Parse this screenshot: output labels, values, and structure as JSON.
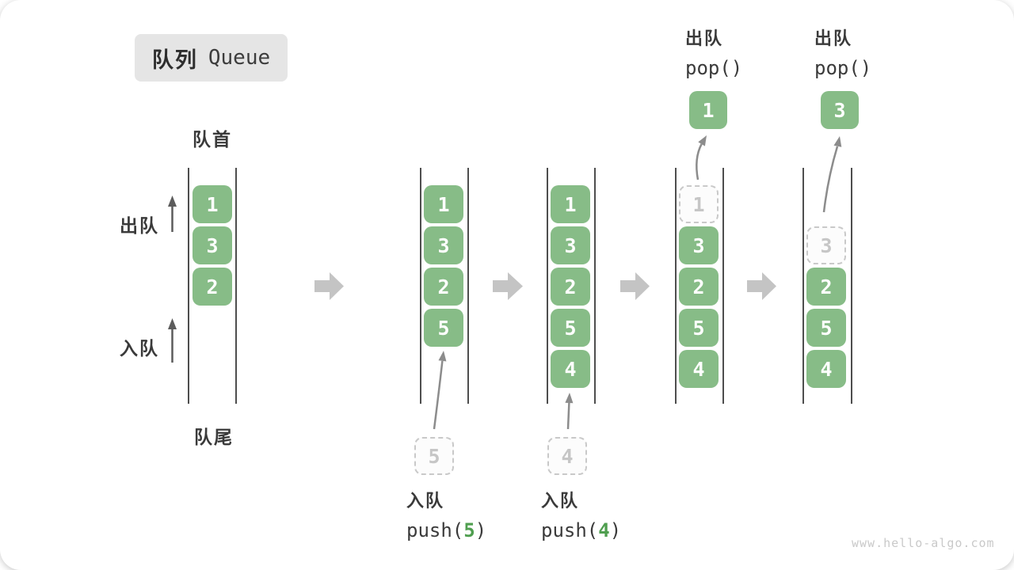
{
  "title": {
    "zh": "队列",
    "en": "Queue"
  },
  "labels": {
    "front": "队首",
    "rear": "队尾",
    "dequeue_side": "出队",
    "enqueue_side": "入队"
  },
  "operations": {
    "push5": {
      "title": "入队",
      "code_prefix": "push(",
      "code_arg": "5",
      "code_suffix": ")"
    },
    "push4": {
      "title": "入队",
      "code_prefix": "push(",
      "code_arg": "4",
      "code_suffix": ")"
    },
    "pop_first": {
      "title": "出队",
      "code": "pop()"
    },
    "pop_second": {
      "title": "出队",
      "code": "pop()"
    }
  },
  "columns": [
    {
      "name": "initial-state",
      "cells": [
        "1",
        "3",
        "2"
      ]
    },
    {
      "name": "after-push-5",
      "cells": [
        "1",
        "3",
        "2",
        "5"
      ],
      "incoming": "5"
    },
    {
      "name": "after-push-4",
      "cells": [
        "1",
        "3",
        "2",
        "5",
        "4"
      ],
      "incoming": "4"
    },
    {
      "name": "pop-1",
      "removed": "1",
      "cells": [
        "3",
        "2",
        "5",
        "4"
      ],
      "popped": "1"
    },
    {
      "name": "pop-3",
      "removed": "3",
      "cells": [
        "2",
        "5",
        "4"
      ],
      "popped": "3"
    }
  ],
  "watermark": "www.hello-algo.com",
  "colors": {
    "green": "#87bc87",
    "greendark": "#4f9e4f",
    "blockarrow": "#c4c4c4",
    "arrowgray": "#8c8c8c",
    "sidearrow": "#5c5c5c",
    "rail": "#4e4e4e",
    "ghostborder": "#c9c9c9",
    "ghosttext": "#c6c6c6",
    "textdark": "#3a3a3a",
    "watermark": "#c9c9c9"
  }
}
